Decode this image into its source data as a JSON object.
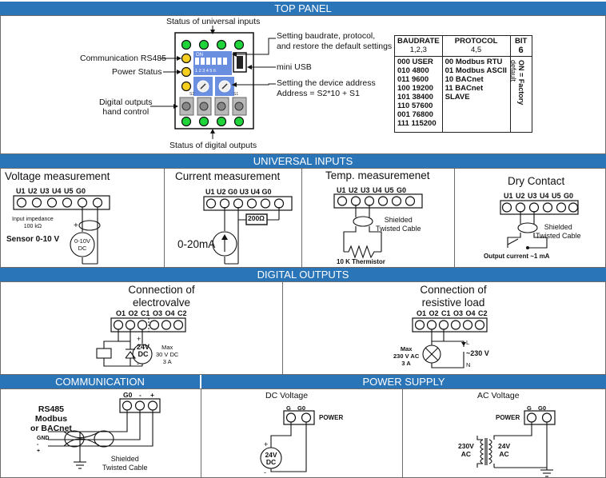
{
  "sections": {
    "top_panel": "TOP PANEL",
    "universal_inputs": "UNIVERSAL INPUTS",
    "digital_outputs": "DIGITAL OUTPUTS",
    "communication": "COMMUNICATION",
    "power_supply": "POWER SUPPLY"
  },
  "top": {
    "status_universal": "Status of universal inputs",
    "status_digital": "Status of digital outputs",
    "comm_rs485": "Communication RS485",
    "power_status": "Power Status",
    "digital_hand_1": "Digital outputs",
    "digital_hand_2": "hand control",
    "setting_1": "Setting baudrate, protocol,",
    "setting_2": "and restore the default settings",
    "mini_usb": "mini USB",
    "address_1": "Setting the device address",
    "address_2": "Address = S2*10 + S1",
    "dip_on": "ON",
    "dip_nums": "1 2 3 4 5 6",
    "s2": "S2",
    "s1": "S1"
  },
  "table": {
    "h_baud": "BAUDRATE",
    "h_baud_sub": "1,2,3",
    "h_proto": "PROTOCOL",
    "h_proto_sub": "4,5",
    "h_bit": "BIT",
    "h_bit_sub": "6",
    "baud": [
      "000 USER",
      "010 4800",
      "011 9600",
      "100 19200",
      "101 38400",
      "110 57600",
      "001 76800",
      "111 115200"
    ],
    "proto": [
      "00 Modbus RTU",
      "01 Modbus ASCII",
      "10 BACnet",
      "11 BACnet SLAVE"
    ],
    "bit_note_1": "ON = Factory",
    "bit_note_2": "default"
  },
  "ui": {
    "voltage_title": "Voltage measurement",
    "current_title": "Current measurement",
    "temp_title": "Temp. measuremenet",
    "dry_title": "Dry Contact",
    "terms_std": "U1 U2 U3 U4 U5 G0",
    "terms_current": "U1 U2 G0 U3 U4 G0",
    "impedance_1": "Input impedance",
    "impedance_2": "100 kΩ",
    "sensor_label": "Sensor 0-10 V",
    "sensor_circle_1": "0-10V",
    "sensor_circle_2": "DC",
    "resistor": "200Ω",
    "current_src": "0-20mA",
    "shielded": "Shielded",
    "twisted": "Twisted Cable",
    "thermistor": "10 K Thermistor",
    "output_current": "Output current ~1 mA",
    "plus": "+",
    "minus": "-"
  },
  "do": {
    "valve_title_1": "Connection of",
    "valve_title_2": "electrovalve",
    "load_title_1": "Connection of",
    "load_title_2": "resistive load",
    "terms": "O1 O2 C1 O3 O4 C2",
    "src_24": "24V",
    "src_dc": "DC",
    "max_1": "Max",
    "max_2": "30 V DC",
    "max_3": "3 A",
    "lmax_1": "Max",
    "lmax_2": "230 V AC",
    "lmax_3": "3 A",
    "l": "L",
    "n": "N",
    "v230": "~230 V"
  },
  "comm": {
    "rs485": "RS485",
    "modbus": "Modbus",
    "or_bacnet": "or BACnet",
    "g0": "G0",
    "minus": "-",
    "plus": "+",
    "gnd": "GND",
    "shielded": "Shielded",
    "twisted": "Twisted Cable"
  },
  "power": {
    "dc_title": "DC Voltage",
    "ac_title": "AC Voltage",
    "g": "G",
    "g0": "G0",
    "power": "POWER",
    "v24": "24V",
    "dc": "DC",
    "ac": "AC",
    "v230": "230V",
    "plus": "+",
    "minus": "-"
  }
}
